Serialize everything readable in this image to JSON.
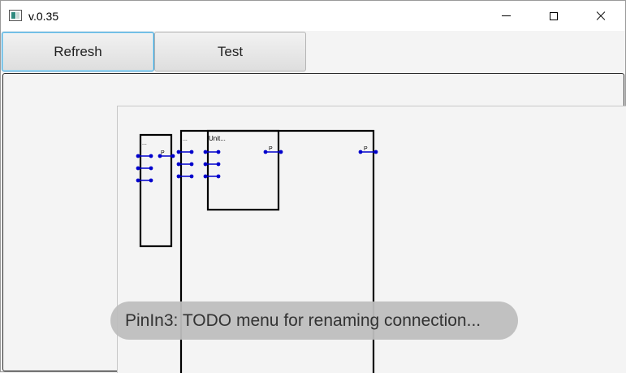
{
  "window": {
    "title": "v.0.35",
    "icon": "app-window-icon",
    "controls": {
      "minimize": "minimize-icon",
      "maximize": "maximize-icon",
      "close": "close-icon"
    }
  },
  "toolbar": {
    "refresh_label": "Refresh",
    "test_label": "Test"
  },
  "diagram": {
    "left_block_label": "...",
    "container_label": "...",
    "unit_label": "Unit...",
    "pin_label": "P",
    "pin_color": "#0000cc",
    "outline_color": "#000000"
  },
  "toast": {
    "message": "PinIn3: TODO menu for renaming connection..."
  }
}
